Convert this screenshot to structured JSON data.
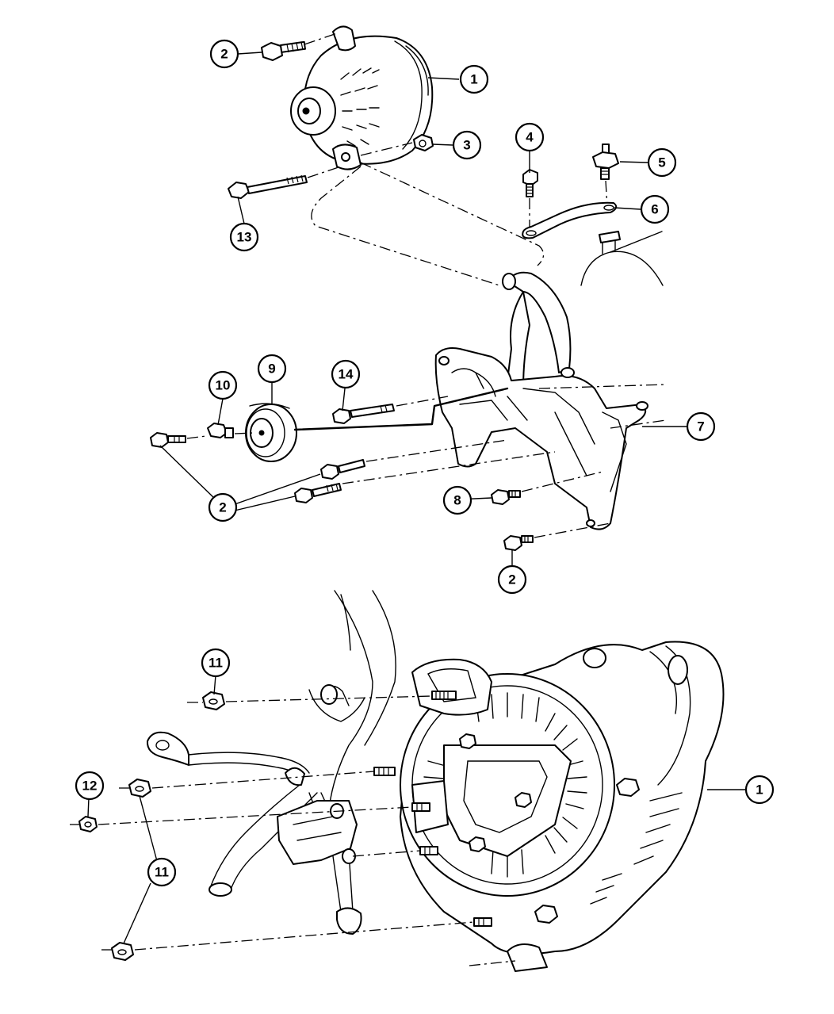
{
  "callouts": {
    "c1_top": "1",
    "c2_top": "2",
    "c3": "3",
    "c4": "4",
    "c5": "5",
    "c6": "6",
    "c7": "7",
    "c8": "8",
    "c9": "9",
    "c10": "10",
    "c13": "13",
    "c14": "14",
    "c2_mid": "2",
    "c2_bottom": "2",
    "c11_a": "11",
    "c12": "12",
    "c11_b": "11",
    "c1_bottom": "1"
  },
  "colors": {
    "line": "#000000",
    "background": "#ffffff"
  }
}
